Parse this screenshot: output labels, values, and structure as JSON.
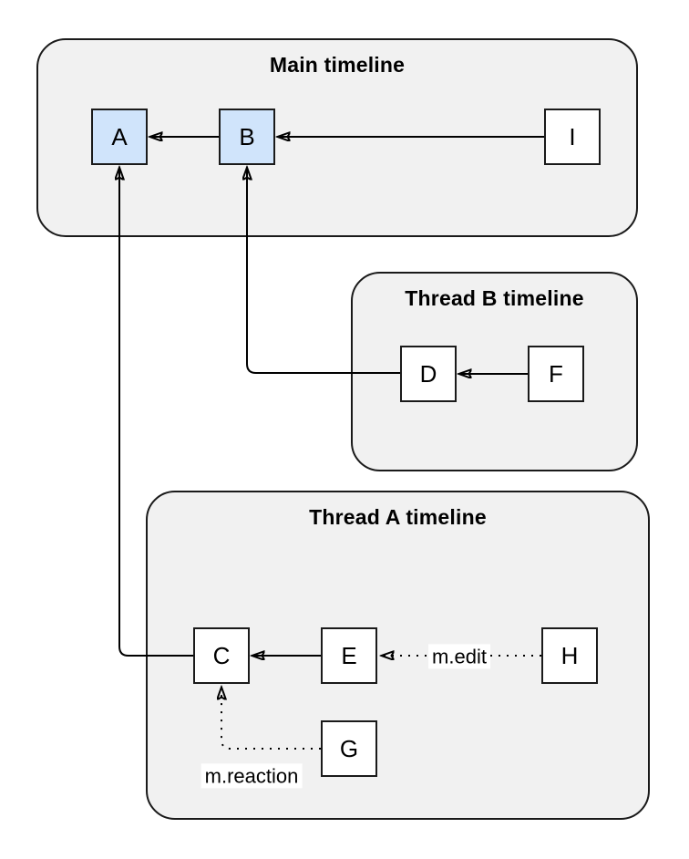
{
  "diagram": {
    "colors": {
      "container_fill": "#f1f1f1",
      "container_stroke": "#1a1a1a",
      "node_fill_default": "#ffffff",
      "node_fill_highlight": "#d0e4fb",
      "node_stroke": "#1a1a1a",
      "edge_color": "#000000",
      "label_bg": "#ffffff"
    },
    "containers": [
      {
        "id": "main",
        "title": "Main timeline"
      },
      {
        "id": "thread-b",
        "title": "Thread B timeline"
      },
      {
        "id": "thread-a",
        "title": "Thread A timeline"
      }
    ],
    "nodes": [
      {
        "id": "A",
        "label": "A",
        "container": "main",
        "highlighted": true
      },
      {
        "id": "B",
        "label": "B",
        "container": "main",
        "highlighted": true
      },
      {
        "id": "I",
        "label": "I",
        "container": "main",
        "highlighted": false
      },
      {
        "id": "D",
        "label": "D",
        "container": "thread-b",
        "highlighted": false
      },
      {
        "id": "F",
        "label": "F",
        "container": "thread-b",
        "highlighted": false
      },
      {
        "id": "C",
        "label": "C",
        "container": "thread-a",
        "highlighted": false
      },
      {
        "id": "E",
        "label": "E",
        "container": "thread-a",
        "highlighted": false
      },
      {
        "id": "H",
        "label": "H",
        "container": "thread-a",
        "highlighted": false
      },
      {
        "id": "G",
        "label": "G",
        "container": "thread-a",
        "highlighted": false
      }
    ],
    "edges": [
      {
        "from": "B",
        "to": "A",
        "style": "solid",
        "label": ""
      },
      {
        "from": "I",
        "to": "B",
        "style": "solid",
        "label": ""
      },
      {
        "from": "F",
        "to": "D",
        "style": "solid",
        "label": ""
      },
      {
        "from": "D",
        "to": "B",
        "style": "solid",
        "label": ""
      },
      {
        "from": "E",
        "to": "C",
        "style": "solid",
        "label": ""
      },
      {
        "from": "C",
        "to": "A",
        "style": "solid",
        "label": ""
      },
      {
        "from": "H",
        "to": "E",
        "style": "dotted",
        "label": "m.edit"
      },
      {
        "from": "G",
        "to": "C",
        "style": "dotted",
        "label": "m.reaction"
      }
    ]
  }
}
